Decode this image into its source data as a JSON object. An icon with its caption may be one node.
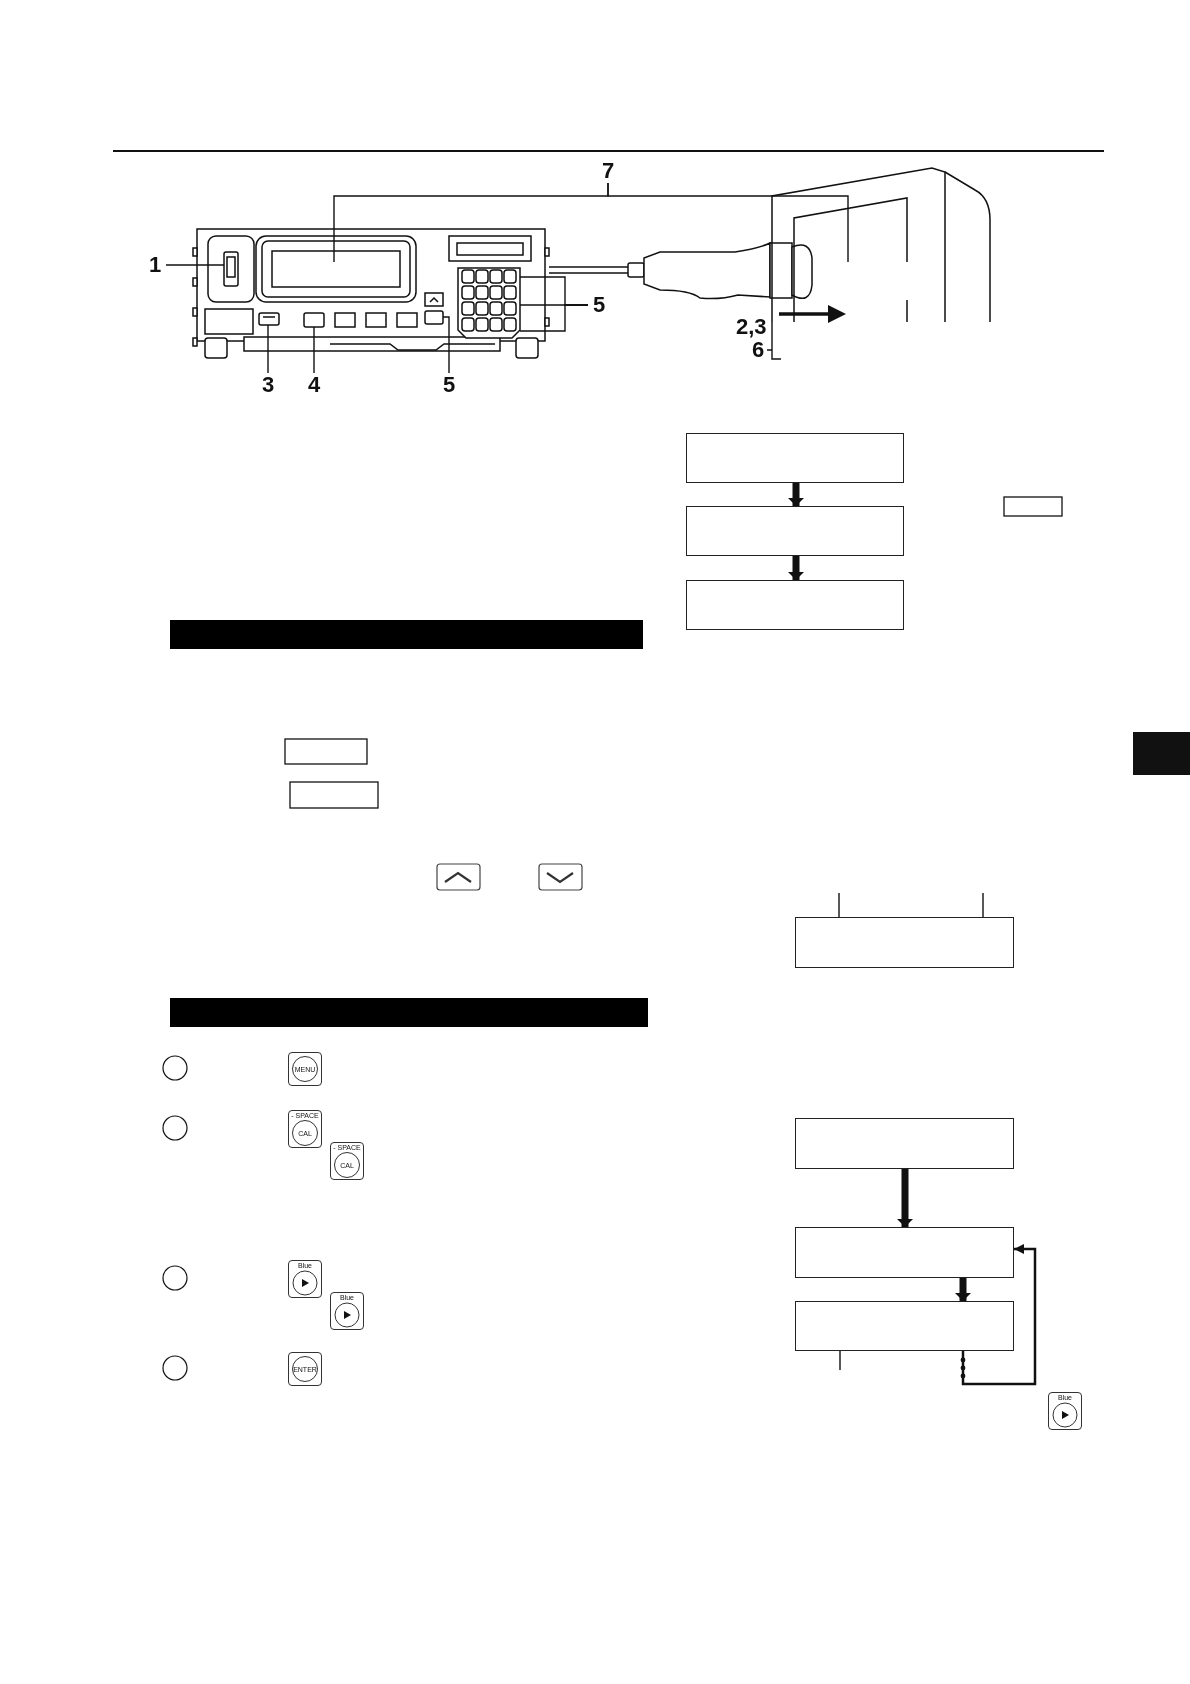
{
  "diagram": {
    "nodes": [
      {
        "text": [
          "1"
        ]
      },
      {
        "text": [
          "7"
        ]
      },
      {
        "text": [
          "5"
        ]
      },
      {
        "text": [
          "3"
        ]
      },
      {
        "text": [
          "4"
        ]
      },
      {
        "text": [
          "5"
        ]
      },
      {
        "text": [
          "6"
        ]
      },
      {
        "text": [],
        "shape": "box"
      },
      {
        "text": [],
        "shape": "box"
      },
      {
        "text": [],
        "shape": "box"
      },
      {
        "text": [],
        "shape": "box"
      },
      {
        "text": [],
        "shape": "box"
      },
      {
        "text": [],
        "shape": "box"
      },
      {
        "text": [],
        "shape": "box"
      },
      {
        "text": [],
        "shape": "bar"
      },
      {
        "text": [],
        "shape": "bar"
      },
      {
        "text": [],
        "shape": "box"
      },
      {
        "text": [],
        "shape": "box"
      },
      {
        "text": [],
        "shape": "box"
      },
      {
        "text": [],
        "shape": "box"
      },
      {
        "text": [],
        "shape": "picture"
      },
      {
        "text": [],
        "shape": "picture"
      }
    ],
    "edges": [
      {
        "from": 0,
        "to": 16,
        "arrow": "none"
      },
      {
        "from": 1,
        "to": null,
        "arrow": "none"
      },
      {
        "from": 1,
        "to": 20,
        "arrow": "none"
      },
      {
        "from": 2,
        "to": 21,
        "arrow": "none"
      },
      {
        "from": 2,
        "to": 21,
        "arrow": "none"
      },
      {
        "from": 2,
        "to": 21,
        "arrow": "none"
      },
      {
        "from": 3,
        "to": 17,
        "arrow": "none"
      },
      {
        "from": 4,
        "to": 18,
        "arrow": "none"
      },
      {
        "from": 5,
        "to": 19,
        "arrow": "none"
      },
      {
        "from": 6,
        "to": 20,
        "arrow": "none"
      },
      {
        "from": 7,
        "to": 8,
        "arrow": "to",
        "style": "thick"
      },
      {
        "from": 8,
        "to": 9,
        "arrow": "to",
        "style": "thick"
      },
      {
        "from": null,
        "to": 10,
        "arrow": "none"
      },
      {
        "from": null,
        "to": 10,
        "arrow": "none"
      },
      {
        "from": 11,
        "to": 12,
        "arrow": "to",
        "style": "thick"
      },
      {
        "from": 12,
        "to": 13,
        "arrow": "to",
        "style": "thick"
      },
      {
        "from": 13,
        "to": 12,
        "arrow": "to"
      },
      {
        "from": 13,
        "to": null,
        "arrow": "none"
      }
    ],
    "labels": [
      "2,3",
      "MENU",
      "- SPACE",
      "CAL",
      "- SPACE",
      "CAL",
      "Blue",
      "Blue",
      "ENTER",
      "Blue"
    ]
  }
}
